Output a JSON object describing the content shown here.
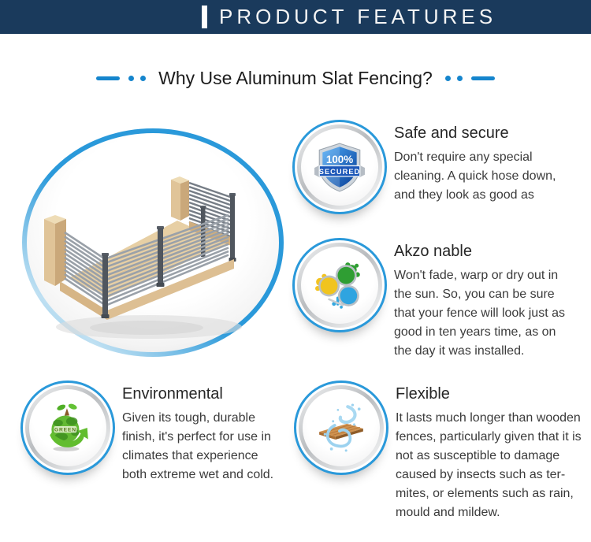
{
  "header": {
    "title": "PRODUCT FEATURES"
  },
  "heading": {
    "text": "Why Use Aluminum Slat Fencing?"
  },
  "colors": {
    "navy": "#1a3a5c",
    "accent_blue": "#2a99da",
    "heading_blue": "#1585cd"
  },
  "figure": {
    "subject": "aluminum-slat-fencing-3d-render"
  },
  "features": [
    {
      "title": "Safe and secure",
      "icon": "shield-100-secured-icon",
      "body": "Don't require any special\ncleaning. A quick hose down,\nand they look as good as"
    },
    {
      "title": "Akzo nable",
      "icon": "paint-pots-icon",
      "body": "Won't fade, warp or dry out in\nthe sun. So, you can be sure\nthat your fence will look just as\ngood in ten years time, as on\nthe day it was installed."
    },
    {
      "title": "Environmental",
      "icon": "green-globe-arrow-icon",
      "body": "Given its tough, durable\nfinish, it's perfect for use in\nclimates that experience\nboth extreme wet and cold."
    },
    {
      "title": "Flexible",
      "icon": "water-splash-plank-icon",
      "body": "It lasts much longer than wooden\nfences, particularly given that it is\nnot as susceptible to damage\ncaused by insects such as ter-\nmites, or elements such as rain,\nmould and mildew."
    }
  ],
  "icon_labels": {
    "shield_percent": "100%",
    "shield_secured": "SECURED",
    "globe_green": "GREEN"
  }
}
